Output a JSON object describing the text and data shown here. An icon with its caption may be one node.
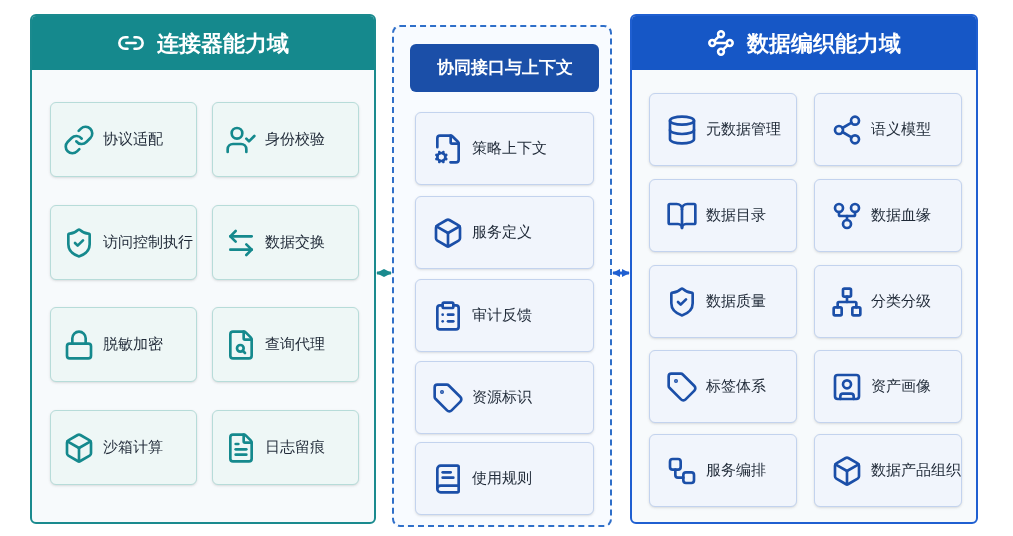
{
  "diagram": {
    "nodes": [
      {
        "text": [
          "连接器能力域"
        ]
      },
      {
        "text": [
          "协议适配"
        ],
        "in": 0
      },
      {
        "text": [
          "身份校验"
        ],
        "in": 0
      },
      {
        "text": [
          "访问控制执行"
        ],
        "in": 0
      },
      {
        "text": [
          "数据交换"
        ],
        "in": 0
      },
      {
        "text": [
          "脱敏加密"
        ],
        "in": 0
      },
      {
        "text": [
          "查询代理"
        ],
        "in": 0
      },
      {
        "text": [
          "沙箱计算"
        ],
        "in": 0
      },
      {
        "text": [
          "日志留痕"
        ],
        "in": 0
      },
      {
        "text": [],
        "shape": "box"
      },
      {
        "text": [
          "协同接口与上下文"
        ],
        "in": 9
      },
      {
        "text": [
          "策略上下文"
        ],
        "in": 9
      },
      {
        "text": [
          "服务定义"
        ],
        "in": 9
      },
      {
        "text": [
          "审计反馈"
        ],
        "in": 9
      },
      {
        "text": [
          "资源标识"
        ],
        "in": 9
      },
      {
        "text": [
          "使用规则"
        ],
        "in": 9
      },
      {
        "text": [
          "数据编织能力域"
        ]
      },
      {
        "text": [
          "元数据管理"
        ],
        "in": 16
      },
      {
        "text": [
          "语义模型"
        ],
        "in": 16
      },
      {
        "text": [
          "数据目录"
        ],
        "in": 16
      },
      {
        "text": [
          "数据血缘"
        ],
        "in": 16
      },
      {
        "text": [
          "数据质量"
        ],
        "in": 16
      },
      {
        "text": [
          "分类分级"
        ],
        "in": 16
      },
      {
        "text": [
          "标签体系"
        ],
        "in": 16
      },
      {
        "text": [
          "资产画像"
        ],
        "in": 16
      },
      {
        "text": [
          "服务编排"
        ],
        "in": 16
      },
      {
        "text": [
          "数据产品组织"
        ],
        "in": 16
      }
    ],
    "edges": [
      {
        "from": 0,
        "to": 9,
        "arrow": "both",
        "color": "#1a8a8e"
      },
      {
        "from": 9,
        "to": 16,
        "arrow": "both",
        "color": "#1f5fd1"
      }
    ]
  }
}
